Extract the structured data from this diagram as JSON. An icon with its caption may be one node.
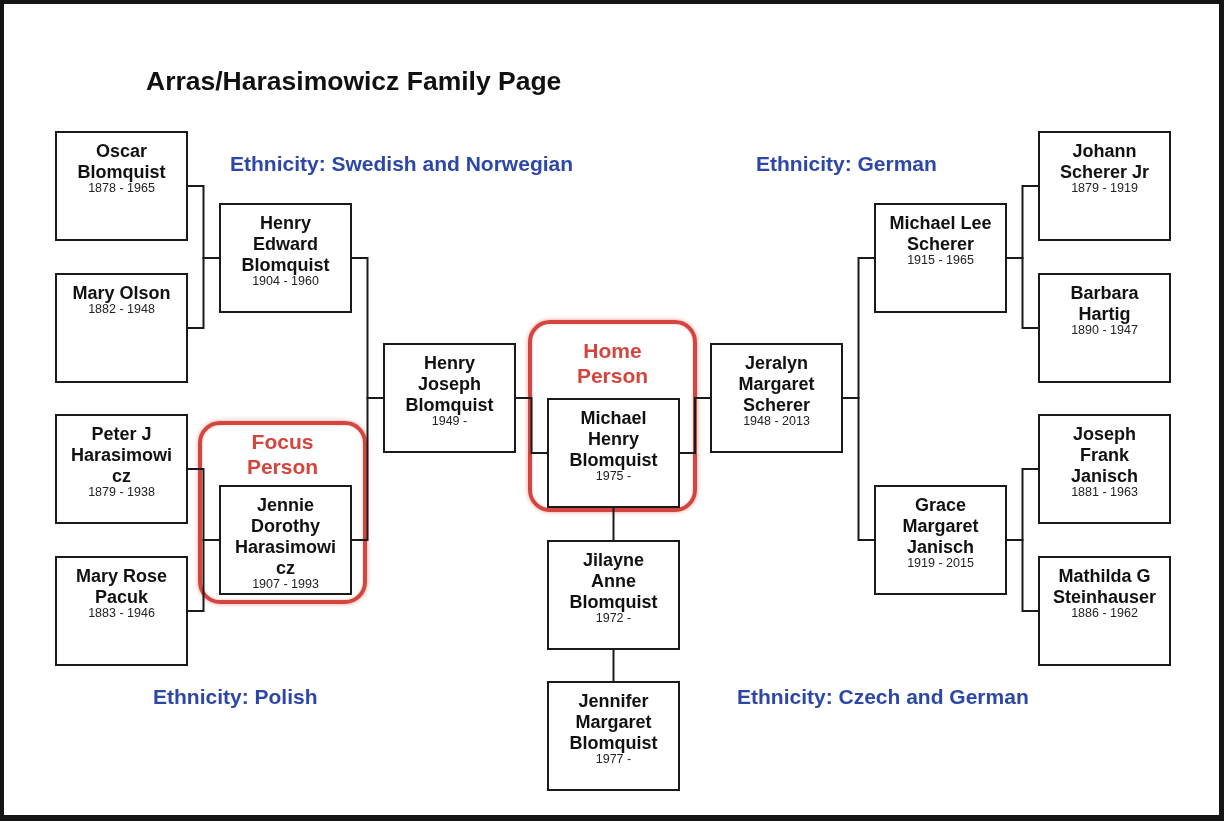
{
  "diagram": {
    "title": "Arras/Harasimowicz Family Page",
    "nodes": [
      {
        "text": [
          "Oscar Blomquist",
          "1878 - 1965"
        ]
      },
      {
        "text": [
          "Mary Olson",
          "1882 - 1948"
        ]
      },
      {
        "text": [
          "Henry Edward Blomquist",
          "1904 - 1960"
        ]
      },
      {
        "text": [
          "Peter J Harasimowi cz",
          "1879 - 1938"
        ]
      },
      {
        "text": [
          "Focus Person"
        ]
      },
      {
        "text": [
          "Jennie Dorothy Harasimowi cz",
          "1907 - 1993"
        ],
        "in": 4
      },
      {
        "text": [
          "Mary Rose Pacuk",
          "1883 - 1946"
        ]
      },
      {
        "text": [
          "Henry Joseph Blomquist",
          "1949 -"
        ]
      },
      {
        "text": [
          "Home Person"
        ]
      },
      {
        "text": [
          "Michael Henry Blomquist",
          "1975 -"
        ],
        "in": 8
      },
      {
        "text": [
          "Jilayne Anne Blomquist",
          "1972 -"
        ]
      },
      {
        "text": [
          "Jennifer Margaret Blomquist",
          "1977 -"
        ]
      },
      {
        "text": [
          "Jeralyn Margaret Scherer",
          "1948 - 2013"
        ]
      },
      {
        "text": [
          "Michael Lee Scherer",
          "1915 - 1965"
        ]
      },
      {
        "text": [
          "Johann Scherer Jr",
          "1879 - 1919"
        ]
      },
      {
        "text": [
          "Barbara Hartig",
          "1890 - 1947"
        ]
      },
      {
        "text": [
          "Grace Margaret Janisch",
          "1919 - 2015"
        ]
      },
      {
        "text": [
          "Joseph Frank Janisch",
          "1881 - 1963"
        ]
      },
      {
        "text": [
          "Mathilda G Steinhauser",
          "1886 - 1962"
        ]
      }
    ],
    "edges": [
      {
        "from": 0,
        "to": 2,
        "arrow": "none"
      },
      {
        "from": 1,
        "to": 2,
        "arrow": "none"
      },
      {
        "from": 2,
        "to": 7,
        "arrow": "none"
      },
      {
        "from": 3,
        "to": 5,
        "arrow": "none"
      },
      {
        "from": 6,
        "to": 5,
        "arrow": "none"
      },
      {
        "from": 5,
        "to": 7,
        "arrow": "none"
      },
      {
        "from": 7,
        "to": 9,
        "arrow": "none"
      },
      {
        "from": 12,
        "to": 9,
        "arrow": "none"
      },
      {
        "from": 9,
        "to": 10,
        "arrow": "none"
      },
      {
        "from": 10,
        "to": 11,
        "arrow": "none"
      },
      {
        "from": 14,
        "to": 13,
        "arrow": "none"
      },
      {
        "from": 15,
        "to": 13,
        "arrow": "none"
      },
      {
        "from": 13,
        "to": 12,
        "arrow": "none"
      },
      {
        "from": 17,
        "to": 16,
        "arrow": "none"
      },
      {
        "from": 18,
        "to": 16,
        "arrow": "none"
      },
      {
        "from": 16,
        "to": 12,
        "arrow": "none"
      }
    ],
    "labels": [
      "Ethnicity: Swedish and Norwegian",
      "Ethnicity: German",
      "Ethnicity: Polish",
      "Ethnicity: Czech and German"
    ]
  }
}
